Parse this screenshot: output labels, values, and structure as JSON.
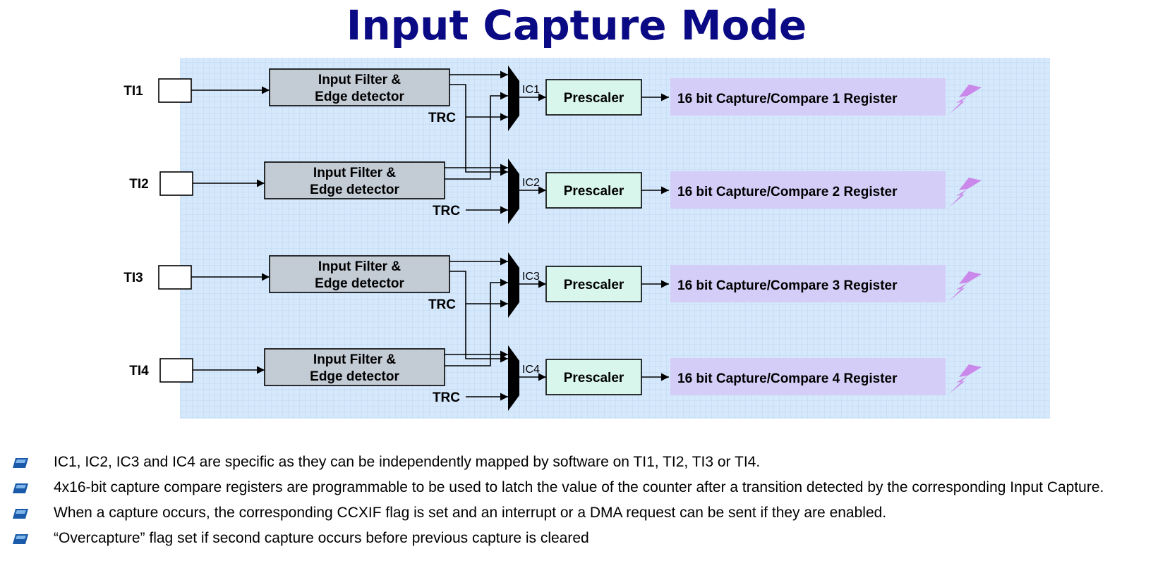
{
  "title": "Input Capture Mode",
  "diagram": {
    "channels": [
      {
        "input": "TI1",
        "filter_line1": "Input Filter &",
        "filter_line2": "Edge detector",
        "trc": "TRC",
        "ic": "IC1",
        "prescaler": "Prescaler",
        "register": "16 bit Capture/Compare 1 Register"
      },
      {
        "input": "TI2",
        "filter_line1": "Input Filter &",
        "filter_line2": "Edge detector",
        "trc": "TRC",
        "ic": "IC2",
        "prescaler": "Prescaler",
        "register": "16 bit Capture/Compare 2 Register"
      },
      {
        "input": "TI3",
        "filter_line1": "Input Filter &",
        "filter_line2": "Edge detector",
        "trc": "TRC",
        "ic": "IC3",
        "prescaler": "Prescaler",
        "register": "16 bit Capture/Compare 3 Register"
      },
      {
        "input": "TI4",
        "filter_line1": "Input Filter &",
        "filter_line2": "Edge detector",
        "trc": "TRC",
        "ic": "IC4",
        "prescaler": "Prescaler",
        "register": "16 bit Capture/Compare 4 Register"
      }
    ],
    "colors": {
      "grid_bg": "#d6e8fb",
      "grid_line": "#b7d3f0",
      "filter_fill": "#c3cbd5",
      "prescaler_fill": "#d8f6ec",
      "register_fill": "#d4cdf7",
      "lightning": "#c97ee8",
      "title": "#0a0a84",
      "bullet_icon": "#1a5aa8"
    }
  },
  "bullets": [
    "IC1, IC2, IC3 and IC4 are specific as they can be independently mapped by software on TI1, TI2, TI3 or TI4.",
    "4x16-bit capture compare registers are programmable to be used  to latch the value of the counter after a transition detected by the corresponding Input Capture.",
    "When a capture occurs, the corresponding CCXIF flag is set and an interrupt or a DMA request can be sent if they are enabled.",
    "“Overcapture” flag set if second capture occurs before previous capture is cleared"
  ]
}
